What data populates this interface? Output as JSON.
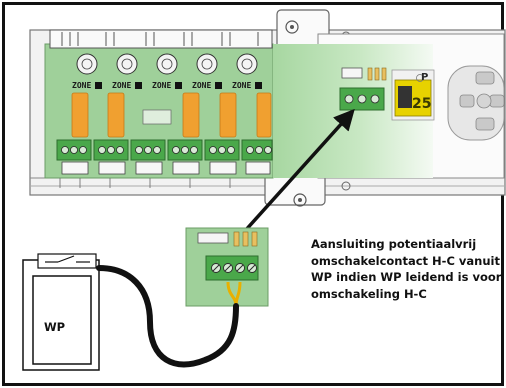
{
  "annotation": {
    "lines": [
      "Aansluiting potentiaalvrij",
      "omschakelcontact H-C vanuit",
      "WP indien WP leidend is voor",
      "omschakeling H-C"
    ]
  },
  "heat_pump": {
    "label": "WP"
  },
  "zones": {
    "label": "ZONE",
    "count": 5
  },
  "thermostat": {
    "mode_glyph": "P",
    "display_digits": "25"
  },
  "colors": {
    "board_green": "#9fd09a",
    "relay_orange": "#f0a030",
    "terminal_green": "#4aa84a",
    "cable": "#111111",
    "wire_yellow": "#e8b000",
    "frame_border": "#111111"
  }
}
